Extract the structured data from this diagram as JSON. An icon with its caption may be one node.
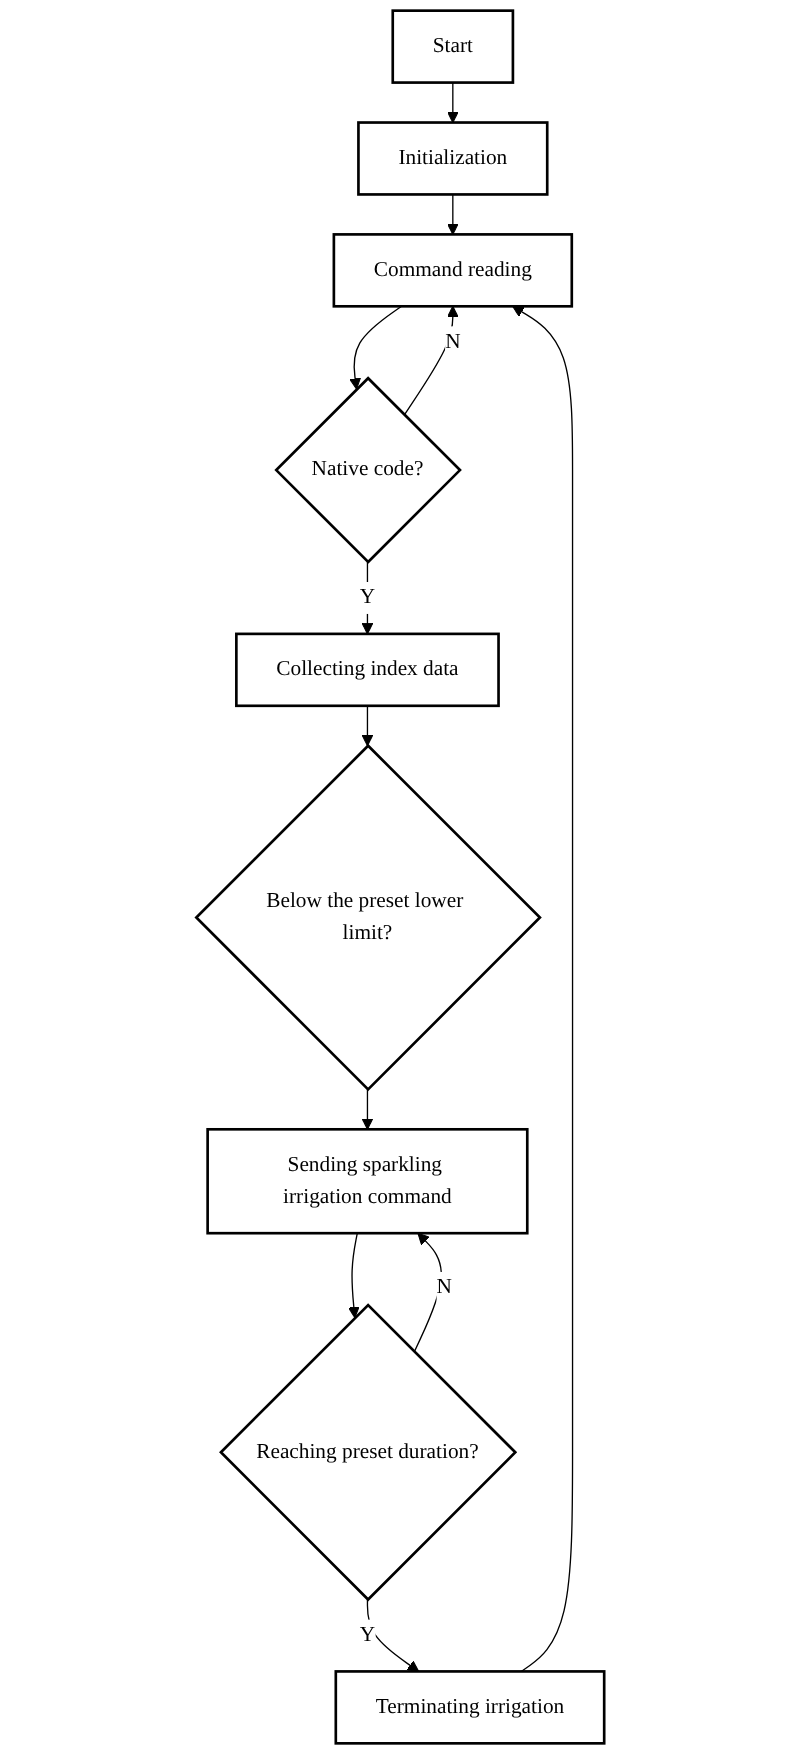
{
  "diagram": {
    "nodes": [
      {
        "text": [
          "Start"
        ]
      },
      {
        "text": [
          "Initialization"
        ]
      },
      {
        "text": [
          "Command reading"
        ]
      },
      {
        "text": [
          "Native code?"
        ]
      },
      {
        "text": [
          "Collecting index data"
        ]
      },
      {
        "text": [
          "Below the preset lower limit?"
        ]
      },
      {
        "text": [
          "Sending sparkling irrigation command"
        ]
      },
      {
        "text": [
          "Reaching preset duration?"
        ]
      },
      {
        "text": [
          "Terminating irrigation"
        ]
      }
    ],
    "edges": [
      {
        "from": 0,
        "to": 1,
        "arrow": "to"
      },
      {
        "from": 1,
        "to": 2,
        "arrow": "to"
      },
      {
        "from": 2,
        "to": 3,
        "arrow": "to"
      },
      {
        "from": 3,
        "to": 4,
        "arrow": "to",
        "label": "Y"
      },
      {
        "from": 3,
        "to": 2,
        "arrow": "to",
        "label": "N"
      },
      {
        "from": 4,
        "to": 5,
        "arrow": "to"
      },
      {
        "from": 5,
        "to": 6,
        "arrow": "to"
      },
      {
        "from": 6,
        "to": 7,
        "arrow": "to"
      },
      {
        "from": 7,
        "to": 8,
        "arrow": "to",
        "label": "Y"
      },
      {
        "from": 7,
        "to": 6,
        "arrow": "to",
        "label": "N"
      },
      {
        "from": 8,
        "to": 2,
        "arrow": "to"
      }
    ]
  }
}
